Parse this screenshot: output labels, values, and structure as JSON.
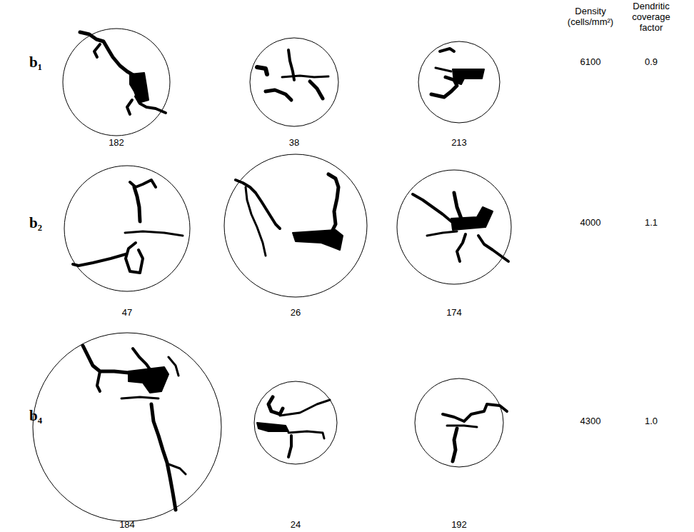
{
  "diagram": {
    "labels": [
      "Density (cells/mm²)",
      "Dendritic coverage factor",
      "b₁",
      "182",
      "38",
      "213",
      "6100",
      "0.9",
      "b₂",
      "47",
      "26",
      "174",
      "4000",
      "1.1",
      "b₄",
      "184",
      "24",
      "192",
      "4300",
      "1.0"
    ]
  }
}
